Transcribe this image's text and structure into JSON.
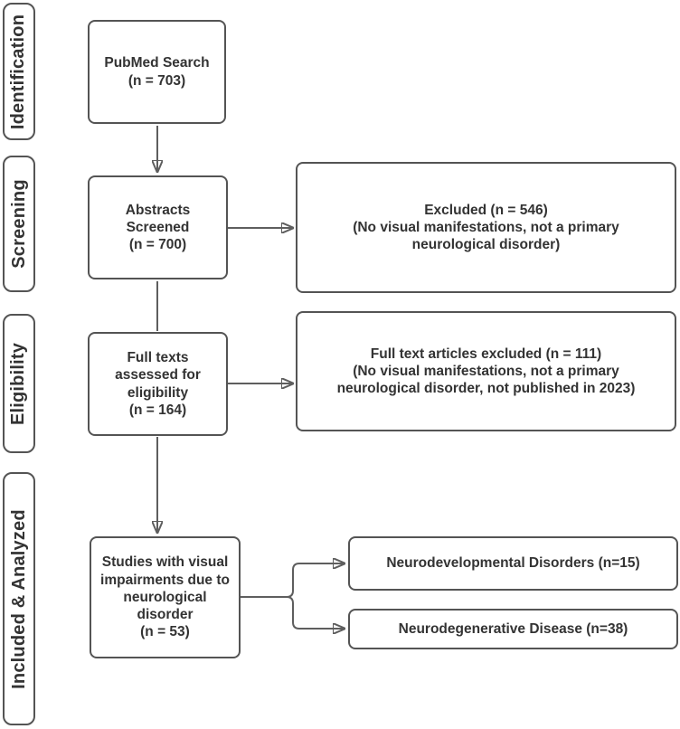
{
  "colors": {
    "box_border": "#545454",
    "line": "#5e5e5e",
    "text": "#333333",
    "background": "#ffffff"
  },
  "stages": [
    {
      "label": "Identification"
    },
    {
      "label": "Screening"
    },
    {
      "label": "Eligibility"
    },
    {
      "label": "Included & Analyzed"
    }
  ],
  "boxes": {
    "pubmed": {
      "text": "PubMed Search\n(n = 703)",
      "n": 703
    },
    "abstracts": {
      "text": "Abstracts\nScreened\n(n = 700)",
      "n": 700
    },
    "excluded_screening": {
      "text": "Excluded (n = 546)\n(No visual manifestations, not a primary\nneurological disorder)",
      "n": 546
    },
    "fulltexts": {
      "text": "Full texts\nassessed for\neligibility\n(n = 164)",
      "n": 164
    },
    "excluded_eligibility": {
      "text": "Full text articles excluded (n = 111)\n(No visual manifestations, not a primary\nneurological disorder, not published in 2023)",
      "n": 111
    },
    "included": {
      "text": "Studies with visual\nimpairments due to\nneurological\ndisorder\n(n = 53)",
      "n": 53
    },
    "neurodevelopmental": {
      "text": "Neurodevelopmental Disorders (n=15)",
      "n": 15
    },
    "neurodegenerative": {
      "text": "Neurodegenerative Disease (n=38)",
      "n": 38
    }
  }
}
